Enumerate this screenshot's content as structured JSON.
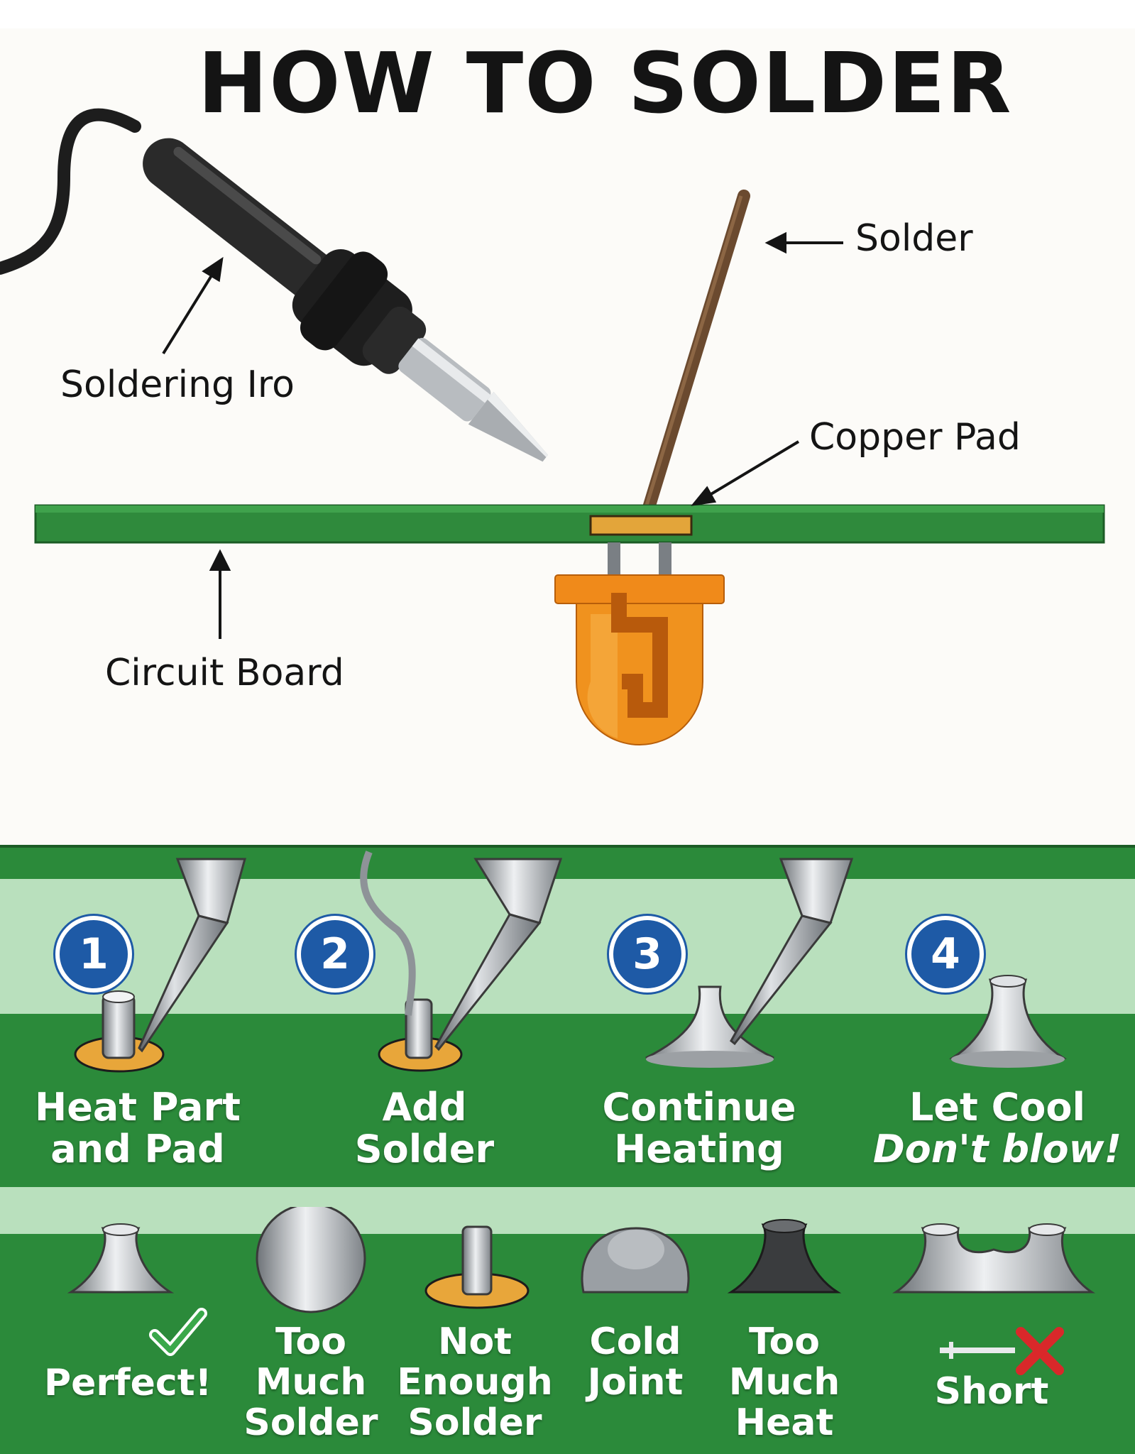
{
  "title": "HOW TO SOLDER",
  "diagram": {
    "labels": {
      "solder": "Solder",
      "soldering_iron": "Soldering Iro",
      "copper_pad": "Copper Pad",
      "circuit_board": "Circuit Board"
    }
  },
  "steps": [
    {
      "number": "1",
      "line1": "Heat Part",
      "line2": "and Pad"
    },
    {
      "number": "2",
      "line1": "Add",
      "line2": "Solder"
    },
    {
      "number": "3",
      "line1": "Continue",
      "line2": "Heating"
    },
    {
      "number": "4",
      "line1": "Let Cool",
      "line2": "Don't blow!"
    }
  ],
  "results": [
    {
      "lines": [
        "Perfect!"
      ]
    },
    {
      "lines": [
        "Too",
        "Much",
        "Solder"
      ]
    },
    {
      "lines": [
        "Not",
        "Enough",
        "Solder"
      ]
    },
    {
      "lines": [
        "Cold",
        "Joint"
      ]
    },
    {
      "lines": [
        "Too",
        "Much",
        "Heat"
      ]
    },
    {
      "lines": [
        "Short"
      ]
    }
  ],
  "colors": {
    "board_green": "#2b8a3a",
    "band_light": "#b9e0bd",
    "copper": "#e3a53a",
    "badge_blue": "#1e5aa6",
    "led_orange": "#f0921e"
  }
}
